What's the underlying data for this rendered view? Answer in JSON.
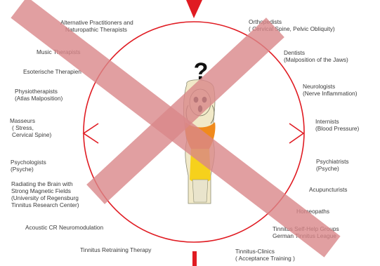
{
  "center_symbol": "?",
  "colors": {
    "circle": "#e01b22",
    "cross": "#d9878a",
    "marker": "#e01b22",
    "label_text": "#3a3a3a",
    "figure_orange": "#f08a1c",
    "figure_yellow": "#f6d11c",
    "figure_skin": "#f1e9c8"
  },
  "labels": {
    "alternative": [
      "Alternative Practitioners and",
      "Naturopathic Therapists"
    ],
    "music": [
      "Music Therapists"
    ],
    "esoteric": [
      "Esoterische Therapien"
    ],
    "physio": [
      "Physiotherapists",
      "(Atlas Malposition)"
    ],
    "masseurs": [
      "Masseurs",
      "( Stress,",
      "Cervical Spine)"
    ],
    "psychologists": [
      "Psychologists",
      "(Psyche)"
    ],
    "radiating": [
      "Radiating the Brain with",
      "Strong Magnetic Fields",
      "(University of Regensburg",
      "Tinnitus Research Center)"
    ],
    "acoustic": [
      "Acoustic CR Neuromodulation"
    ],
    "retraining": [
      "Tinnitus Retraining Therapy"
    ],
    "orthopedists": [
      "Orthopedists",
      "( Cervical Spine, Pelvic Obliquity)"
    ],
    "dentists": [
      "Dentists",
      "(Malposition of the Jaws)"
    ],
    "neurologists": [
      "Neurologists",
      "(Nerve Inflammation)"
    ],
    "internists": [
      "Internists",
      "(Blood Pressure)"
    ],
    "psychiatrists": [
      "Psychiatrists",
      "(Psyche)"
    ],
    "acupuncturists": [
      "Acupuncturists"
    ],
    "homeopaths": [
      "Homeopaths"
    ],
    "selfhelp": [
      "Tinnitus Self-Help Groups",
      "German Tinnitus League"
    ],
    "clinics": [
      "Tinnitus-Clinics",
      "( Acceptance Training )"
    ]
  }
}
